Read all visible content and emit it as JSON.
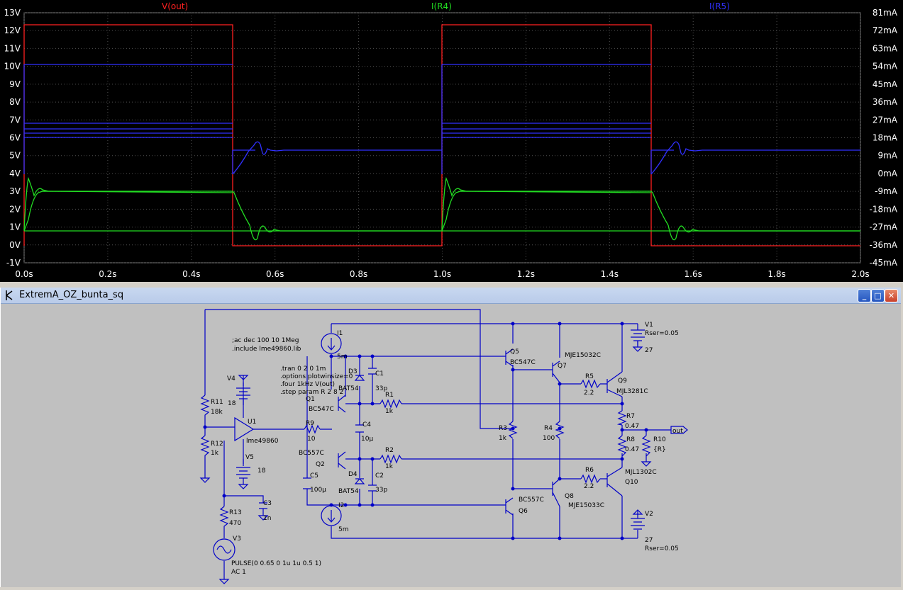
{
  "plot": {
    "traces": [
      {
        "label": "V(out)",
        "color": "#ff2020"
      },
      {
        "label": "I(R4)",
        "color": "#22dd22"
      },
      {
        "label": "I(R5)",
        "color": "#3030ff"
      }
    ],
    "left_axis_labels": [
      "13V",
      "12V",
      "11V",
      "10V",
      "9V",
      "8V",
      "7V",
      "6V",
      "5V",
      "4V",
      "3V",
      "2V",
      "1V",
      "0V",
      "-1V"
    ],
    "right_axis_labels": [
      "81mA",
      "72mA",
      "63mA",
      "54mA",
      "45mA",
      "36mA",
      "27mA",
      "18mA",
      "9mA",
      "0mA",
      "-9mA",
      "-18mA",
      "-27mA",
      "-36mA",
      "-45mA"
    ],
    "x_axis_labels": [
      "0.0s",
      "0.2s",
      "0.4s",
      "0.6s",
      "0.8s",
      "1.0s",
      "1.2s",
      "1.4s",
      "1.6s",
      "1.8s",
      "2.0s"
    ]
  },
  "window": {
    "title": "ExtremA_OZ_bunta_sq",
    "minimize_label": "_",
    "maximize_label": "□",
    "close_label": "✕"
  },
  "schematic": {
    "directives": [
      ";ac dec 100 10 1Meg",
      ".include lme49860.lib"
    ],
    "tran_directives": [
      ".tran 0 2 0 1m",
      ".options plotwinsize=0",
      ".four 1kHz V(out)",
      ".step param R 2 8 2"
    ],
    "labels": {
      "V4": "V4",
      "V4_val": "18",
      "V5": "V5",
      "V5_val": "18",
      "U1": "U1",
      "U1_part": "lme49860",
      "R11": "R11",
      "R11_val": "18k",
      "R12": "R12",
      "R12_val": "1k",
      "R13": "R13",
      "R13_val": "470",
      "C3": "C3",
      "C3_val": "1n",
      "V3": "V3",
      "V3_pulse": "PULSE(0 0.65 0 1u 1u 0.5 1)",
      "V3_ac": "AC 1",
      "R9": "R9",
      "R9_val": "10",
      "I1": "I1",
      "I1_val": "5m",
      "I2": "I2",
      "I2_val": "5m",
      "Q1": "Q1",
      "Q1_part": "BC547C",
      "Q2": "Q2",
      "Q2_part": "BC557C",
      "D3": "D3",
      "D3_part": "BAT54",
      "D4": "D4",
      "D4_part": "BAT54",
      "C1": "C1",
      "C1_val": "33p",
      "C2": "C2",
      "C2_val": "33p",
      "C4": "C4",
      "C4_val": "10µ",
      "C5": "C5",
      "C5_val": "100µ",
      "R1": "R1",
      "R1_val": "1k",
      "R2": "R2",
      "R2_val": "1k",
      "Q5": "Q5",
      "Q5_part": "BC547C",
      "Q6": "Q6",
      "Q6_part": "BC557C",
      "Q7": "Q7",
      "Q7_part": "MJE15032C",
      "Q8": "Q8",
      "Q8_part": "MJE15033C",
      "Q9": "Q9",
      "Q9_part": "MJL3281C",
      "Q10": "Q10",
      "Q10_part": "MJL1302C",
      "R3": "R3",
      "R3_val": "1k",
      "R4": "R4",
      "R4_val": "100",
      "R5": "R5",
      "R5_val": "2.2",
      "R6": "R6",
      "R6_val": "2.2",
      "R7": "R7",
      "R7_val": "0.47",
      "R8": "R8",
      "R8_val": "0.47",
      "R10": "R10",
      "R10_val": "{R}",
      "out": "out",
      "V1": "V1",
      "V1_rser": "Rser=0.05",
      "V1_val": "27",
      "V2": "V2",
      "V2_val": "27",
      "V2_rser": "Rser=0.05"
    }
  }
}
